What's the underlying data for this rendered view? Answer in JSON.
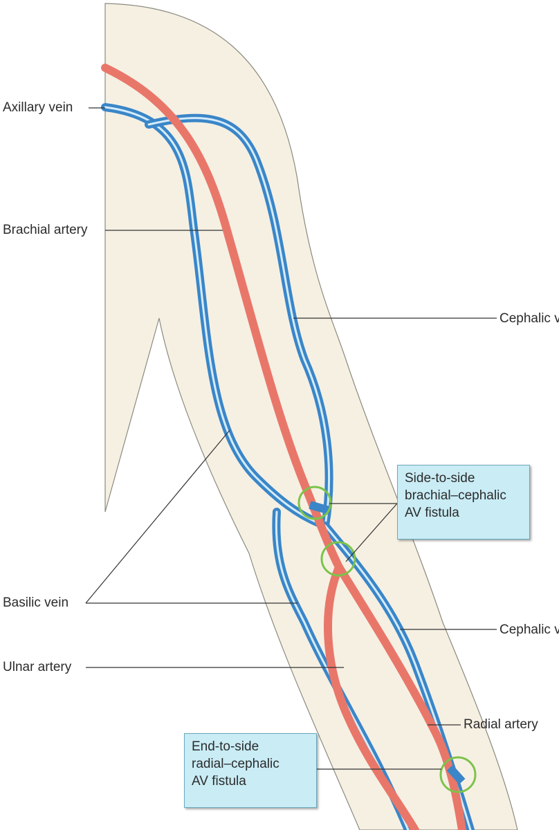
{
  "labels": {
    "axillary_vein": "Axillary vein",
    "brachial_artery": "Brachial artery",
    "cephalic_vein_upper": "Cephalic vein",
    "basilic_vein": "Basilic vein",
    "cephalic_vein_lower": "Cephalic vein",
    "ulnar_artery": "Ulnar artery",
    "radial_artery": "Radial artery"
  },
  "callouts": {
    "side_to_side": [
      "Side-to-side",
      "brachial–cephalic",
      "AV fistula"
    ],
    "end_to_side": [
      "End-to-side",
      "radial–cephalic",
      "AV fistula"
    ]
  },
  "colors": {
    "skin": "#f6f0e3",
    "outline": "#8a8a80",
    "artery": "#e8776a",
    "vein": "#3a86c8",
    "vein_highlight": "#d4ecfb",
    "fistula_ring": "#7cc34a",
    "callout_bg": "#c9ecf5",
    "leader": "#333333"
  }
}
